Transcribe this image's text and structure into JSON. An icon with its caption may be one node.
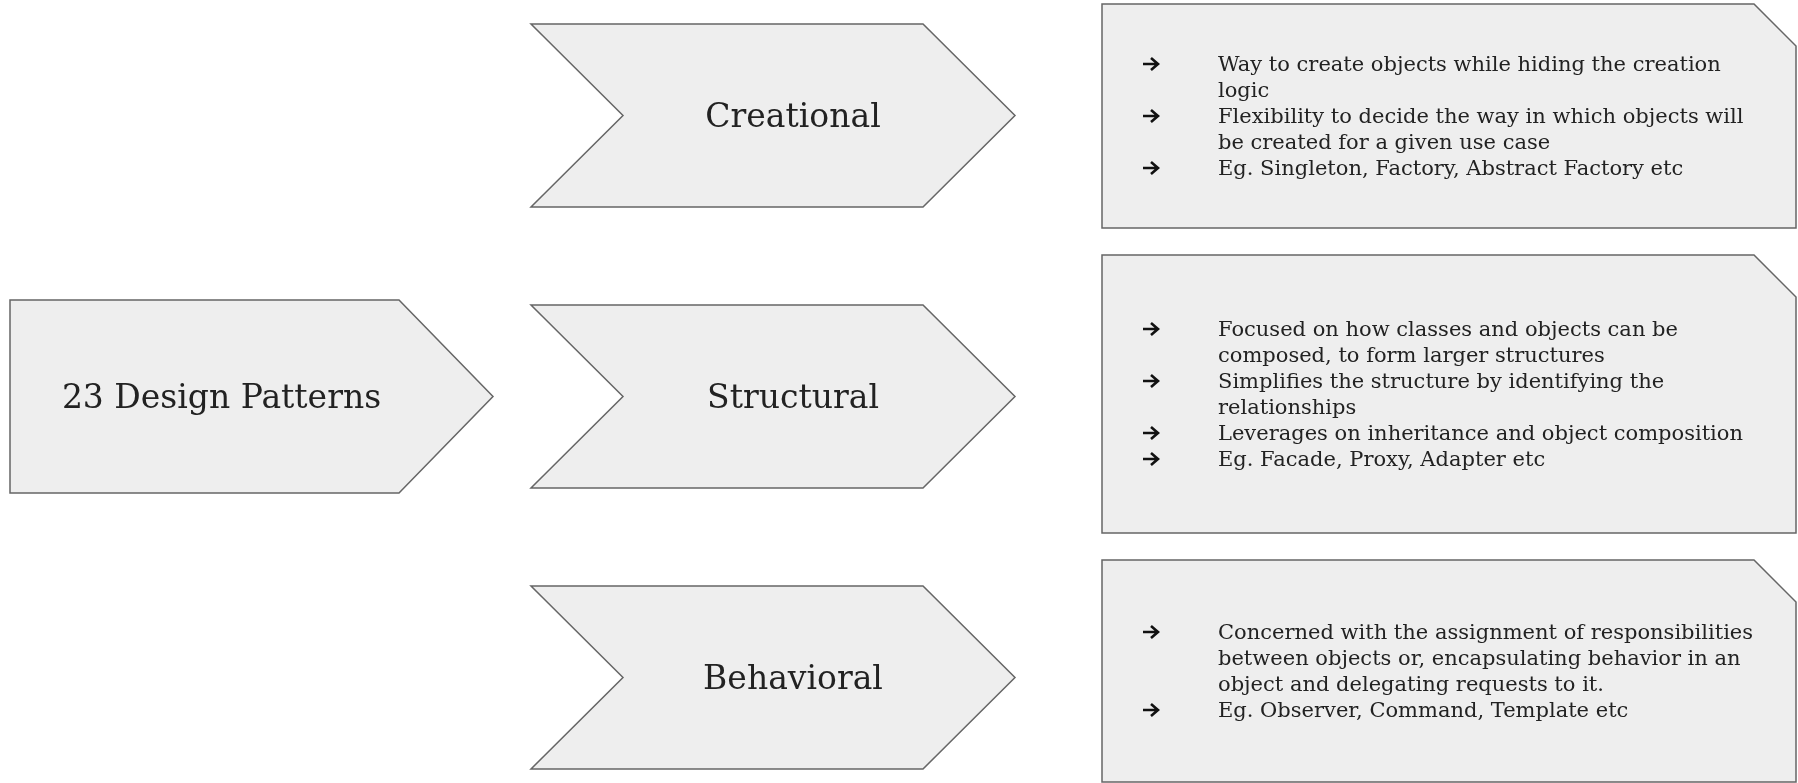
{
  "diagram": {
    "nodes": [
      {
        "text": [
          "23 Design Patterns"
        ]
      },
      {
        "text": [
          "Creational"
        ]
      },
      {
        "text": [
          "Way to create objects while hiding the creation logic",
          "Flexibility to decide the way in which objects will be created for a given use case",
          "Eg. Singleton, Factory, Abstract Factory etc"
        ]
      },
      {
        "text": [
          "Structural"
        ]
      },
      {
        "text": [
          "Focused on how classes and objects can be composed, to form larger structures",
          "Simplifies the structure by identifying the relationships",
          "Leverages on inheritance and object composition",
          "Eg. Facade, Proxy, Adapter etc"
        ]
      },
      {
        "text": [
          "Behavioral"
        ]
      },
      {
        "text": [
          "Concerned with the assignment of responsibilities between objects or, encapsulating behavior in an object and delegating requests to it.",
          "Eg. Observer, Command, Template etc"
        ]
      }
    ]
  }
}
